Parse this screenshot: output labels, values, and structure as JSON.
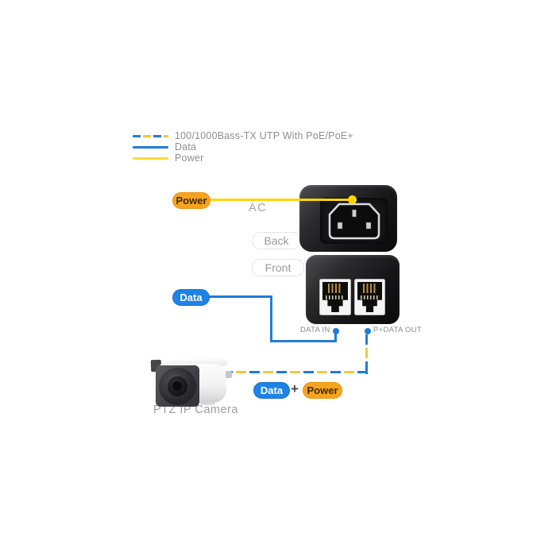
{
  "colors": {
    "blue": "#1f7cd9",
    "yellow": "#ffd60a",
    "dash_yellow": "#f2c93c",
    "orange": "#f6a41f",
    "orange_border": "#e9940e",
    "gray_text": "#9b9b9b",
    "dark_text": "#402c00"
  },
  "legend": {
    "items": [
      {
        "label": "100/1000Bass-TX UTP With PoE/PoE+",
        "style": "dashed-blue-yellow"
      },
      {
        "label": "Data",
        "style": "solid-blue"
      },
      {
        "label": "Power",
        "style": "solid-yellow"
      }
    ]
  },
  "badges": {
    "power_top": "Power",
    "data_left": "Data",
    "data_bottom": "Data",
    "plus": "+",
    "power_bottom": "Power"
  },
  "injector": {
    "ac_label": "AC",
    "back_label": "Back",
    "front_label": "Front",
    "port_labels": {
      "data_in": "DATA IN",
      "pdata_out": "P+DATA OUT"
    }
  },
  "camera": {
    "caption": "PTZ IP Camera"
  }
}
